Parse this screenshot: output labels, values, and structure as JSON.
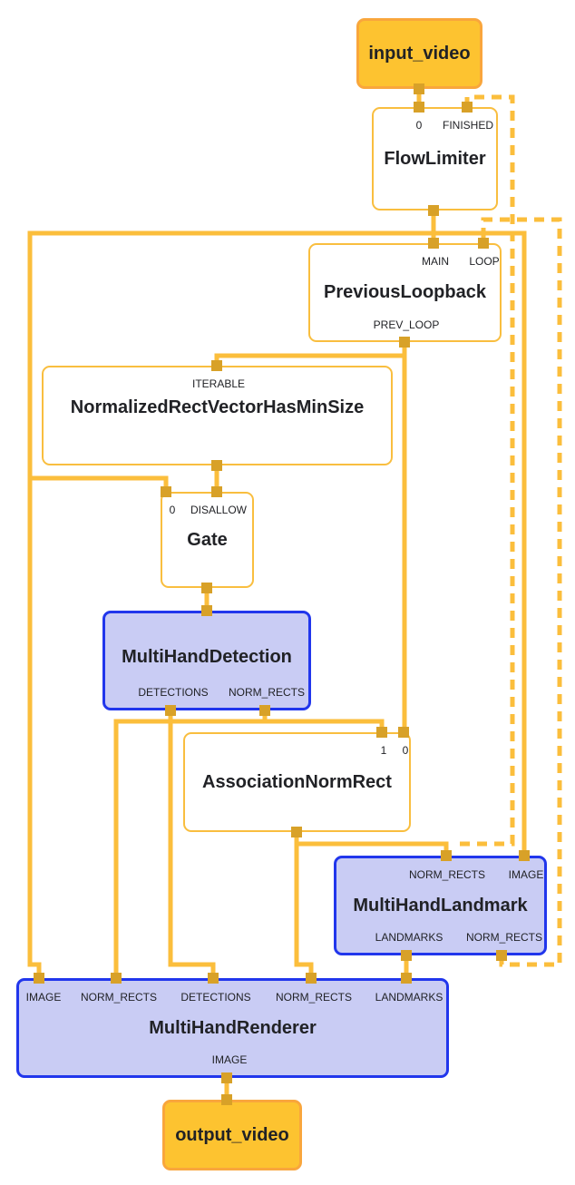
{
  "colors": {
    "background": "#ffffff",
    "edge": "#FBBE3C",
    "port_marker": "#D8A128",
    "calculator_border": "#F9BE3F",
    "calculator_fill": "#ffffff",
    "subgraph_border": "#2136EC",
    "subgraph_fill": "#C9CCF4",
    "stream_border": "#F9A63C",
    "stream_fill": "#FDC330",
    "text": "#212226"
  },
  "nodes": {
    "input_video": {
      "title": "input_video"
    },
    "flow_limiter": {
      "title": "FlowLimiter",
      "in_ports": [
        "0",
        "FINISHED"
      ]
    },
    "previous_loopback": {
      "title": "PreviousLoopback",
      "in_ports": [
        "MAIN",
        "LOOP"
      ],
      "out_ports": [
        "PREV_LOOP"
      ]
    },
    "norm_rect_vector_has_min_size": {
      "title": "NormalizedRectVectorHasMinSize",
      "in_ports": [
        "ITERABLE"
      ]
    },
    "gate": {
      "title": "Gate",
      "in_ports": [
        "0",
        "DISALLOW"
      ]
    },
    "multi_hand_detection": {
      "title": "MultiHandDetection",
      "out_ports": [
        "DETECTIONS",
        "NORM_RECTS"
      ]
    },
    "association_norm_rect": {
      "title": "AssociationNormRect",
      "in_ports": [
        "1",
        "0"
      ]
    },
    "multi_hand_landmark": {
      "title": "MultiHandLandmark",
      "in_ports": [
        "NORM_RECTS",
        "IMAGE"
      ],
      "out_ports": [
        "LANDMARKS",
        "NORM_RECTS"
      ]
    },
    "multi_hand_renderer": {
      "title": "MultiHandRenderer",
      "in_ports": [
        "IMAGE",
        "NORM_RECTS",
        "DETECTIONS",
        "NORM_RECTS",
        "LANDMARKS"
      ],
      "out_ports": [
        "IMAGE"
      ]
    },
    "output_video": {
      "title": "output_video"
    }
  }
}
